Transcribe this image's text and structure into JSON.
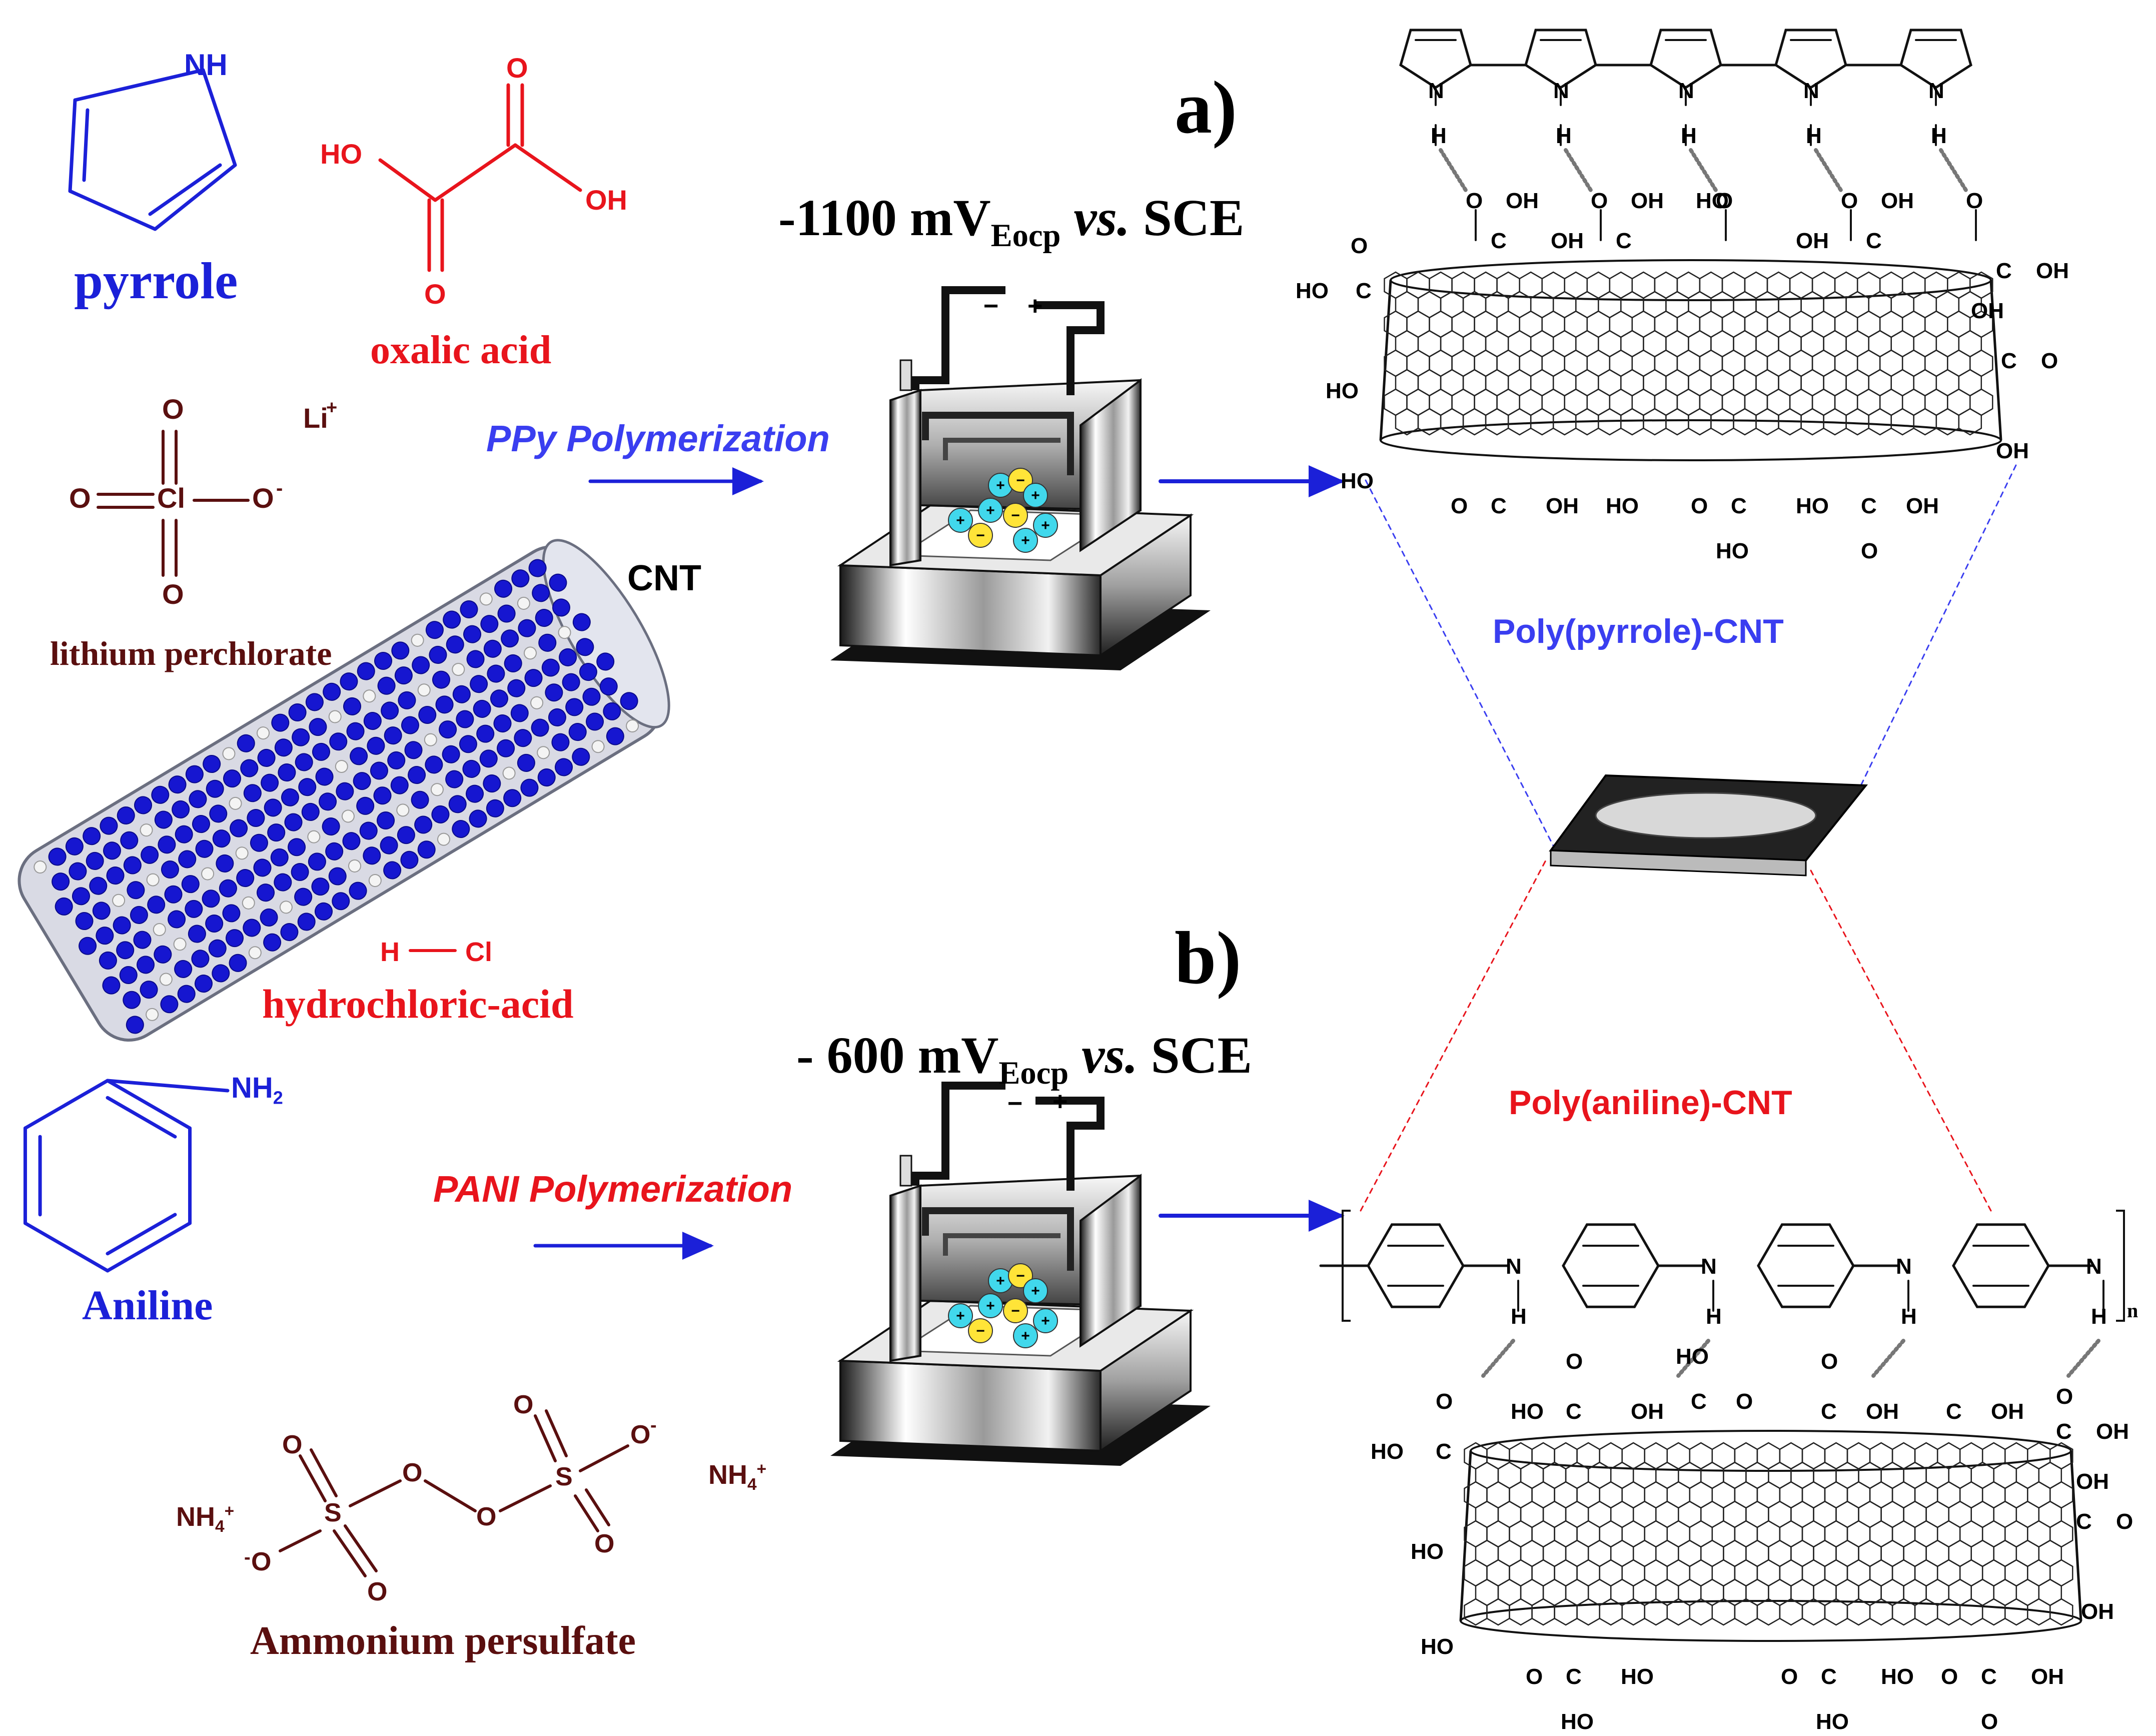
{
  "panels": {
    "a": "a)",
    "b": "b)"
  },
  "reagents": {
    "pyrrole": {
      "name": "pyrrole",
      "nh": "NH"
    },
    "oxalic_acid": {
      "name": "oxalic acid",
      "ho": "HO",
      "oh": "OH",
      "o": "O"
    },
    "lithium_perchlorate": {
      "name": "lithium perchlorate",
      "li": "Li",
      "charge_plus": "+",
      "cl": "Cl",
      "o": "O",
      "charge_minus": "-"
    },
    "cnt": {
      "name": "CNT"
    },
    "hydrochloric_acid": {
      "name": "hydrochloric-acid",
      "h": "H",
      "cl": "Cl"
    },
    "aniline": {
      "name": "Aniline",
      "nh": "NH",
      "sub2": "2"
    },
    "ammonium_persulfate": {
      "name": "Ammonium persulfate",
      "nh4": "NH",
      "sub4": "4",
      "charge_plus": "+",
      "s": "S",
      "o": "O",
      "charge_minus": "-"
    }
  },
  "conditions": {
    "a": {
      "value": "-1100 mV",
      "sub": "Eocp",
      "vs": "vs.",
      "ref": "SCE"
    },
    "b": {
      "value": "- 600 mV",
      "sub": "Eocp",
      "vs": "vs.",
      "ref": "SCE"
    }
  },
  "process": {
    "a": "PPy Polymerization",
    "b": "PANI Polymerization"
  },
  "cell": {
    "minus": "−",
    "plus": "+",
    "ion_plus": "+",
    "ion_minus": "−"
  },
  "products": {
    "a": {
      "name": "Poly(pyrrole)-CNT"
    },
    "b": {
      "name": "Poly(aniline)-CNT",
      "repeat_n": "n"
    }
  },
  "groups": {
    "oh": "OH",
    "ho": "HO",
    "o": "O",
    "c": "C",
    "h": "H",
    "n": "N"
  },
  "colors": {
    "blue": "#1b20d8",
    "red": "#e8141c",
    "brown": "#5a0f0f",
    "cnt_blue": "#1616d0",
    "cation": "#41d8ec",
    "anion": "#ffe438"
  }
}
